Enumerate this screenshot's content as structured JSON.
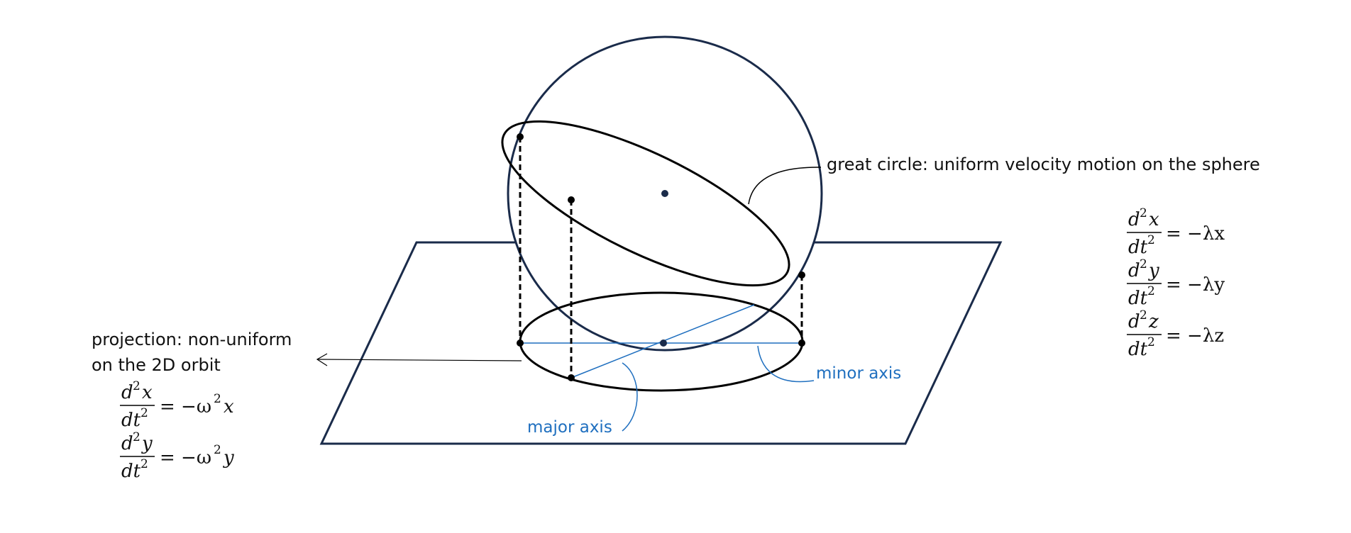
{
  "diagram": {
    "labels": {
      "great_circle": "great circle: uniform velocity motion on the sphere",
      "projection_line1": "projection: non-uniform",
      "projection_line2": "on the 2D orbit",
      "major_axis": "major axis",
      "minor_axis": "minor axis"
    },
    "equations_sphere": [
      {
        "var": "x",
        "rhs": "= −λx"
      },
      {
        "var": "y",
        "rhs": "= −λy"
      },
      {
        "var": "z",
        "rhs": "= −λz"
      }
    ],
    "equations_orbit": [
      {
        "var": "x",
        "rhs_a": "= −ω",
        "rhs_b": "x"
      },
      {
        "var": "y",
        "rhs_a": "= −ω",
        "rhs_b": "y"
      }
    ],
    "colors": {
      "outline": "#1a2b4a",
      "curve": "#000000",
      "axis": "#1f6fbf",
      "text": "#111111"
    }
  }
}
